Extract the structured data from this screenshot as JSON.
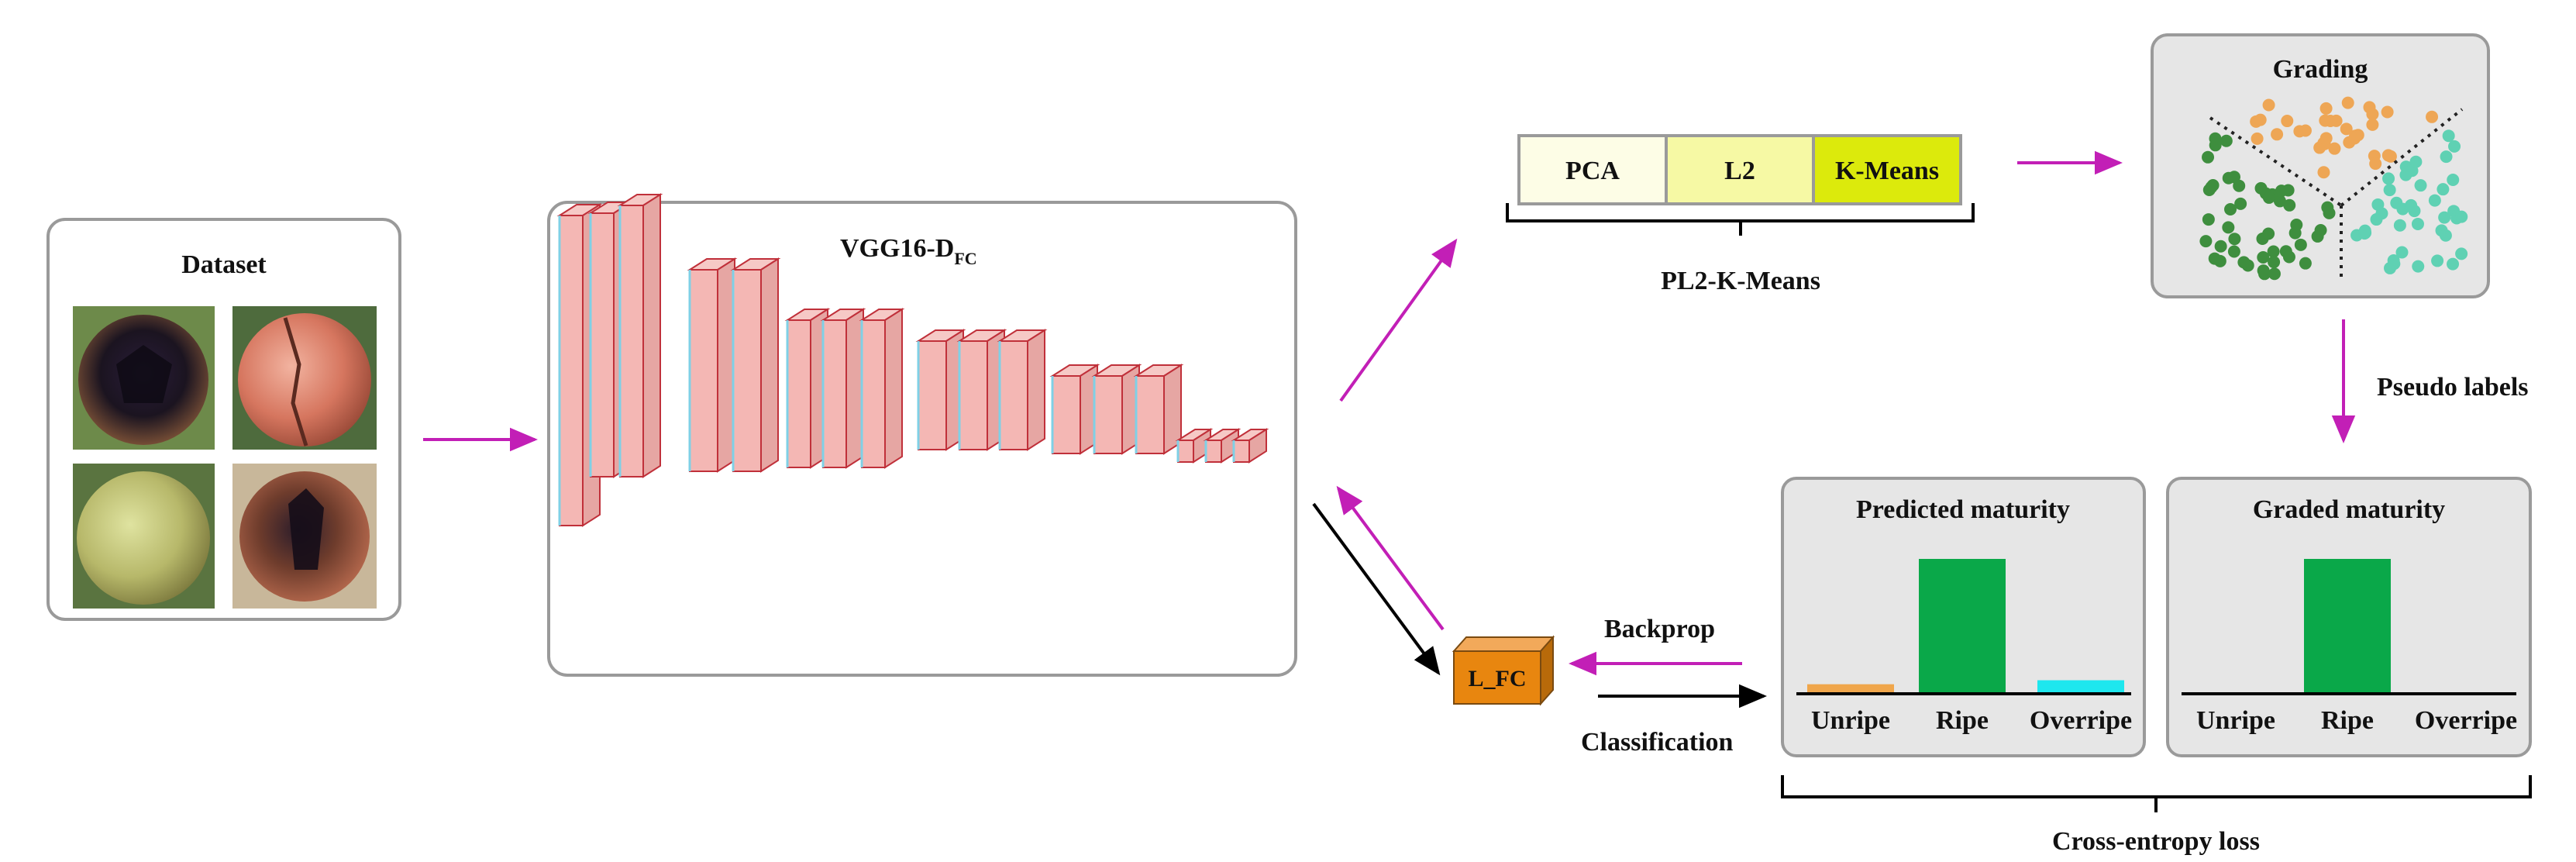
{
  "dataset": {
    "title": "Dataset",
    "images": [
      "open-fruit-icon",
      "cracked-fruit-icon",
      "green-fruit-icon",
      "split-fruit-icon"
    ]
  },
  "vgg": {
    "title_main": "VGG16-D",
    "title_sub": "FC"
  },
  "pl2": {
    "boxes": [
      {
        "label": "PCA",
        "color": "#fdfde6"
      },
      {
        "label": "L2",
        "color": "#f6f9a4"
      },
      {
        "label": "K-Means",
        "color": "#dcea0c"
      }
    ],
    "caption": "PL2-K-Means"
  },
  "grading": {
    "title": "Grading",
    "cluster_colors": {
      "top": "#eea655",
      "left": "#3e8e3e",
      "right": "#5fd1b3"
    }
  },
  "pseudo_labels": "Pseudo labels",
  "lfc": {
    "label": "L_FC",
    "color": "#e8860f"
  },
  "backprop": "Backprop",
  "classification": "Classification",
  "predicted": {
    "title": "Predicted maturity",
    "categories": [
      "Unripe",
      "Ripe",
      "Overripe"
    ],
    "values": [
      0.06,
      1.0,
      0.09
    ],
    "colors": [
      "#f0a64b",
      "#0aa849",
      "#1ee7ee"
    ]
  },
  "graded": {
    "title": "Graded maturity",
    "categories": [
      "Unripe",
      "Ripe",
      "Overripe"
    ],
    "values": [
      0,
      1.0,
      0
    ],
    "colors": [
      "#f0a64b",
      "#0aa849",
      "#1ee7ee"
    ]
  },
  "loss": "Cross-entropy loss",
  "colors": {
    "arrow_magenta": "#c21fb6",
    "arrow_black": "#000000",
    "box_gray": "#e6e6e6"
  }
}
